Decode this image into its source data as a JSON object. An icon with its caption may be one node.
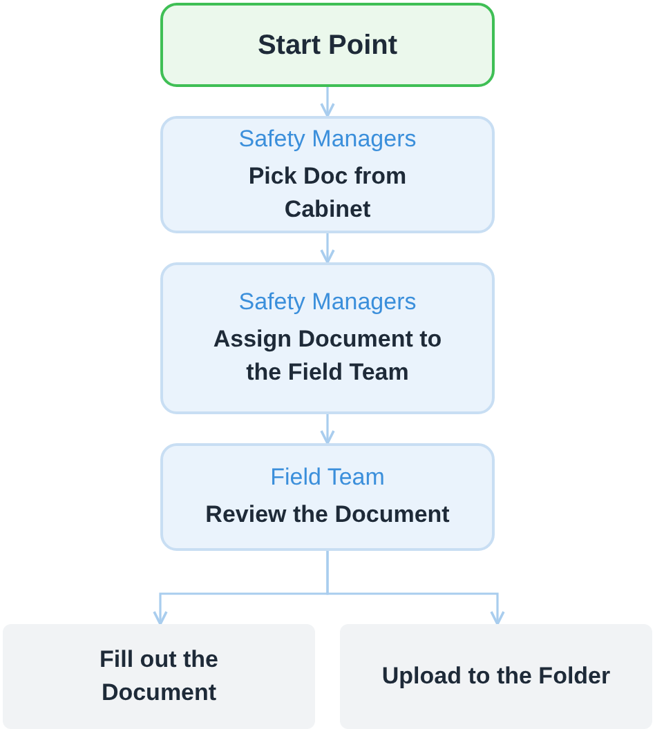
{
  "diagram": {
    "nodes": [
      {
        "text": [
          "Start Point"
        ]
      },
      {
        "text": [
          "Safety Managers",
          "Pick Doc from Cabinet"
        ]
      },
      {
        "text": [
          "Safety Managers",
          "Assign Document to the Field Team"
        ]
      },
      {
        "text": [
          "Field Team",
          "Review the Document"
        ]
      },
      {
        "text": [
          "Fill out the Document"
        ]
      },
      {
        "text": [
          "Upload to the Folder"
        ]
      }
    ],
    "edges": [
      {
        "from": 0,
        "to": 1,
        "arrow": "to"
      },
      {
        "from": 1,
        "to": 2,
        "arrow": "to"
      },
      {
        "from": 2,
        "to": 3,
        "arrow": "to"
      },
      {
        "from": 3,
        "to": 4,
        "arrow": "to"
      },
      {
        "from": 3,
        "to": 5,
        "arrow": "to"
      }
    ]
  }
}
